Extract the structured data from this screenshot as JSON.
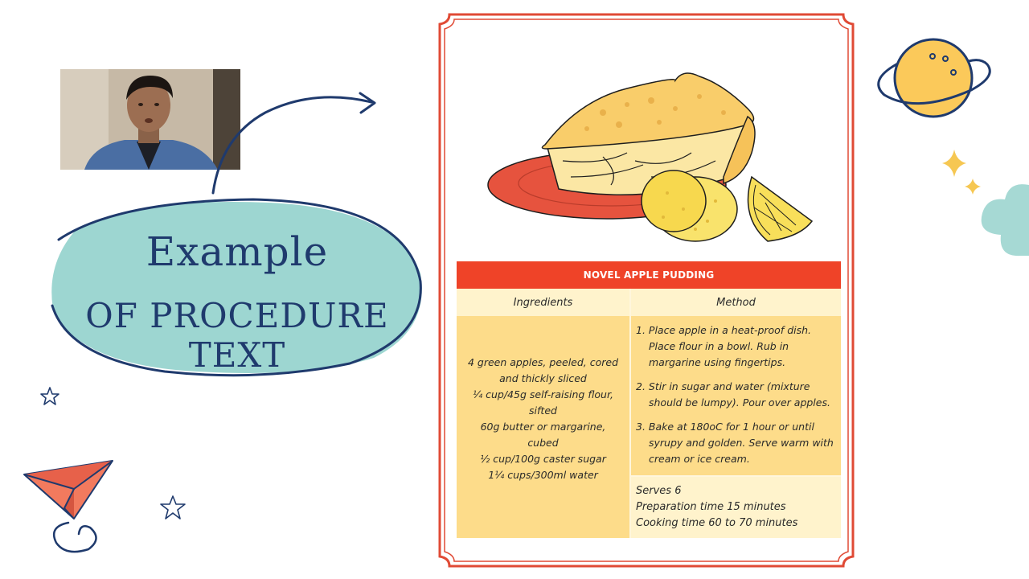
{
  "slide": {
    "title_line1": "Example",
    "title_line2": "of procedure text"
  },
  "recipe": {
    "title": "NOVEL APPLE PUDDING",
    "headers": {
      "ingredients": "Ingredients",
      "method": "Method"
    },
    "ingredients": [
      "4 green apples, peeled, cored",
      "and thickly sliced",
      "¼ cup/45g self-raising flour,",
      "sifted",
      "60g butter or margarine,",
      "cubed",
      "½ cup/100g caster sugar",
      "1¼ cups/300ml water"
    ],
    "method": [
      "1. Place apple in a heat-proof dish. Place flour in a bowl. Rub in margarine using fingertips.",
      "2. Stir in sugar and water (mixture should be lumpy). Pour over apples.",
      "3. Bake at 180oC for 1 hour or until syrupy and golden. Serve warm with cream or ice cream."
    ],
    "serves": "Serves 6",
    "prep_time": "Preparation time 15 minutes",
    "cook_time": "Cooking time 60 to 70 minutes"
  },
  "colors": {
    "frame_red": "#e04a35",
    "title_red": "#ef4328",
    "cell_yellow": "#fddc8a",
    "header_cream": "#fff3cc",
    "bubble_teal": "#9dd6d1",
    "navy": "#1f3a6d",
    "planet_yellow": "#fbc95a",
    "star_yellow": "#f6c752",
    "plane_orange": "#f27a5e"
  },
  "icons": [
    "planet-icon",
    "sparkle-icon",
    "cloud-icon",
    "paper-plane-icon",
    "star-doodle-icon",
    "arrow-doodle-icon"
  ]
}
